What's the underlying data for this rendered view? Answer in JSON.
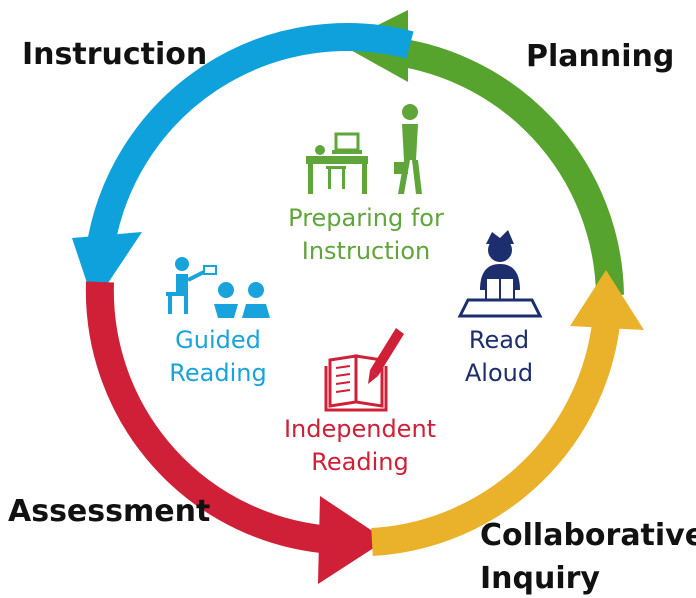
{
  "phases": {
    "instruction": "Instruction",
    "planning": "Planning",
    "assessment": "Assessment",
    "collaborative_line1": "Collaborative",
    "collaborative_line2": "Inquiry"
  },
  "activities": {
    "preparing": {
      "line1": "Preparing for",
      "line2": "Instruction"
    },
    "read_aloud": {
      "line1": "Read",
      "line2": "Aloud"
    },
    "guided": {
      "line1": "Guided",
      "line2": "Reading"
    },
    "independent": {
      "line1": "Independent",
      "line2": "Reading"
    }
  },
  "colors": {
    "instruction_arc": "#0fa1dc",
    "planning_arc": "#56a32d",
    "assessment_arc": "#cf2037",
    "collaborative_arc": "#eab22a",
    "preparing_text": "#5fa53a",
    "read_aloud_text": "#1d2e6e",
    "guided_text": "#19a3dd",
    "independent_text": "#cf2037",
    "phase_text": "#111111"
  },
  "icons": {
    "preparing": "teacher-desk-briefcase-icon",
    "read_aloud": "student-reading-book-icon",
    "guided": "teacher-with-students-icon",
    "independent": "open-book-pencil-icon"
  }
}
